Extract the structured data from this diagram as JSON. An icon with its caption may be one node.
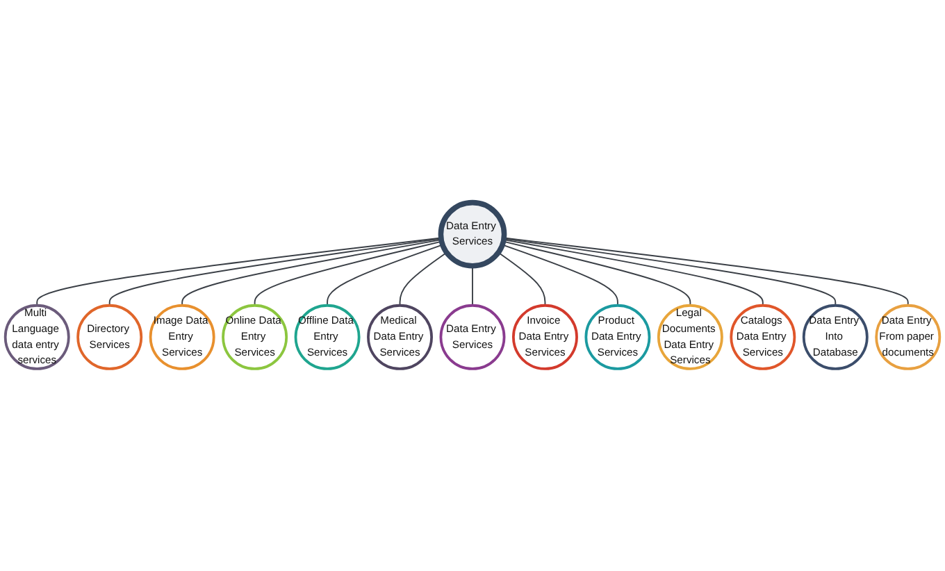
{
  "diagram": {
    "nodes": [
      {
        "text": [
          "Data Entry Services"
        ]
      },
      {
        "text": [
          "Multi Language data entry services"
        ]
      },
      {
        "text": [
          "Directory Services"
        ]
      },
      {
        "text": [
          "Image Data Entry Services"
        ]
      },
      {
        "text": [
          "Online Data Entry Services"
        ]
      },
      {
        "text": [
          "Offline Data Entry Services"
        ]
      },
      {
        "text": [
          "Medical Data Entry Services"
        ]
      },
      {
        "text": [
          "Data Entry Services"
        ]
      },
      {
        "text": [
          "Invoice Data Entry Services"
        ]
      },
      {
        "text": [
          "Product Data Entry Services"
        ]
      },
      {
        "text": [
          "Legal Documents Data Entry Services"
        ]
      },
      {
        "text": [
          "Catalogs Data Entry Services"
        ]
      },
      {
        "text": [
          "Data Entry Into Database"
        ]
      },
      {
        "text": [
          "Data Entry From paper documents"
        ]
      }
    ],
    "edges": [
      {
        "from": 0,
        "to": 1,
        "arrow": "none"
      },
      {
        "from": 0,
        "to": 2,
        "arrow": "none"
      },
      {
        "from": 0,
        "to": 3,
        "arrow": "none"
      },
      {
        "from": 0,
        "to": 4,
        "arrow": "none"
      },
      {
        "from": 0,
        "to": 5,
        "arrow": "none"
      },
      {
        "from": 0,
        "to": 6,
        "arrow": "none"
      },
      {
        "from": 0,
        "to": 7,
        "arrow": "none"
      },
      {
        "from": 0,
        "to": 8,
        "arrow": "none"
      },
      {
        "from": 0,
        "to": 9,
        "arrow": "none"
      },
      {
        "from": 0,
        "to": 10,
        "arrow": "none"
      },
      {
        "from": 0,
        "to": 11,
        "arrow": "none"
      },
      {
        "from": 0,
        "to": 12,
        "arrow": "none"
      },
      {
        "from": 0,
        "to": 13,
        "arrow": "none"
      }
    ]
  }
}
